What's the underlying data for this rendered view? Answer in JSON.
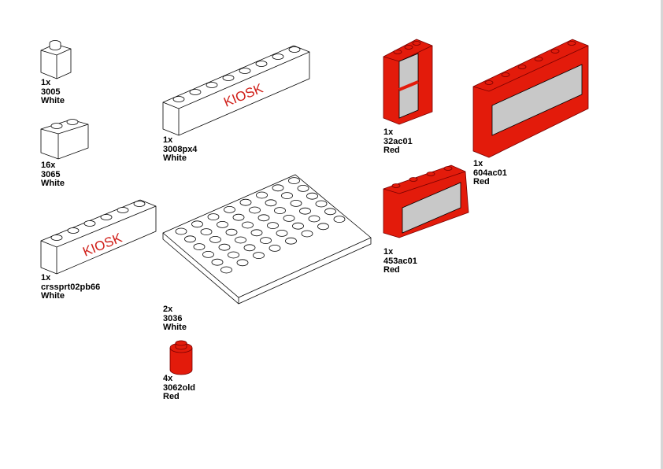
{
  "colors": {
    "white_part": "#ffffff",
    "red_part": "#e31b0b",
    "glass": "#c8c8c8",
    "outline": "#000000"
  },
  "parts": [
    {
      "qty": "1x",
      "id": "3005",
      "color": "White"
    },
    {
      "qty": "16x",
      "id": "3065",
      "color": "White"
    },
    {
      "qty": "1x",
      "id": "crssprt02pb66",
      "color": "White",
      "print": "KIOSK"
    },
    {
      "qty": "1x",
      "id": "3008px4",
      "color": "White",
      "print": "KIOSK"
    },
    {
      "qty": "2x",
      "id": "3036",
      "color": "White"
    },
    {
      "qty": "4x",
      "id": "3062old",
      "color": "Red"
    },
    {
      "qty": "1x",
      "id": "32ac01",
      "color": "Red"
    },
    {
      "qty": "1x",
      "id": "453ac01",
      "color": "Red"
    },
    {
      "qty": "1x",
      "id": "604ac01",
      "color": "Red"
    }
  ]
}
